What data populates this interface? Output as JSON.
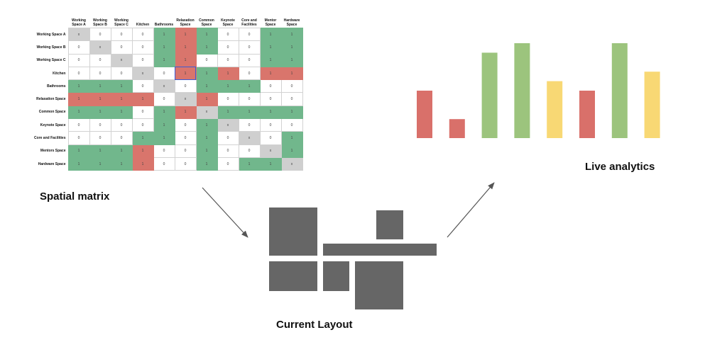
{
  "matrix": {
    "columns": [
      "Working Space A",
      "Working Space B",
      "Working Space C",
      "Kitchen",
      "Bathrooms",
      "Relaxation Space",
      "Common Space",
      "Keynote Space",
      "Core and Facilities",
      "Mentor Space",
      "Hardware Space"
    ],
    "rows": [
      {
        "label": "Working Space A",
        "cells": [
          "x",
          "0",
          "0",
          "0",
          "1",
          "1",
          "1",
          "0",
          "0",
          "1",
          "1"
        ],
        "colors": [
          "x",
          "w",
          "w",
          "w",
          "g",
          "r",
          "g",
          "w",
          "w",
          "g",
          "g"
        ]
      },
      {
        "label": "Working Space B",
        "cells": [
          "0",
          "x",
          "0",
          "0",
          "1",
          "1",
          "1",
          "0",
          "0",
          "1",
          "1"
        ],
        "colors": [
          "w",
          "x",
          "w",
          "w",
          "g",
          "r",
          "g",
          "w",
          "w",
          "g",
          "g"
        ]
      },
      {
        "label": "Working Space C",
        "cells": [
          "0",
          "0",
          "x",
          "0",
          "1",
          "1",
          "0",
          "0",
          "0",
          "1",
          "1"
        ],
        "colors": [
          "w",
          "w",
          "x",
          "w",
          "g",
          "r",
          "w",
          "w",
          "w",
          "g",
          "g"
        ]
      },
      {
        "label": "Kitchen",
        "cells": [
          "0",
          "0",
          "0",
          "x",
          "0",
          "1",
          "1",
          "1",
          "0",
          "1",
          "1"
        ],
        "colors": [
          "w",
          "w",
          "w",
          "x",
          "w",
          "r",
          "g",
          "r",
          "w",
          "r",
          "r"
        ]
      },
      {
        "label": "Bathrooms",
        "cells": [
          "1",
          "1",
          "1",
          "0",
          "x",
          "0",
          "1",
          "1",
          "1",
          "0",
          "0"
        ],
        "colors": [
          "g",
          "g",
          "g",
          "w",
          "x",
          "w",
          "g",
          "g",
          "g",
          "w",
          "w"
        ]
      },
      {
        "label": "Relaxation Space",
        "cells": [
          "1",
          "1",
          "1",
          "1",
          "0",
          "x",
          "1",
          "0",
          "0",
          "0",
          "0"
        ],
        "colors": [
          "r",
          "r",
          "r",
          "r",
          "w",
          "x",
          "r",
          "w",
          "w",
          "w",
          "w"
        ]
      },
      {
        "label": "Common Space",
        "cells": [
          "1",
          "1",
          "1",
          "0",
          "1",
          "1",
          "x",
          "1",
          "1",
          "1",
          "1"
        ],
        "colors": [
          "g",
          "g",
          "g",
          "w",
          "g",
          "r",
          "x",
          "g",
          "g",
          "g",
          "g"
        ]
      },
      {
        "label": "Keynote Space",
        "cells": [
          "0",
          "0",
          "0",
          "0",
          "1",
          "0",
          "1",
          "x",
          "0",
          "0",
          "0"
        ],
        "colors": [
          "w",
          "w",
          "w",
          "w",
          "g",
          "w",
          "g",
          "x",
          "w",
          "w",
          "w"
        ]
      },
      {
        "label": "Core and Facilities",
        "cells": [
          "0",
          "0",
          "0",
          "1",
          "1",
          "0",
          "1",
          "0",
          "x",
          "0",
          "1"
        ],
        "colors": [
          "w",
          "w",
          "w",
          "g",
          "g",
          "w",
          "g",
          "w",
          "x",
          "w",
          "g"
        ]
      },
      {
        "label": "Mentors Space",
        "cells": [
          "1",
          "1",
          "1",
          "1",
          "0",
          "0",
          "1",
          "0",
          "0",
          "x",
          "1"
        ],
        "colors": [
          "g",
          "g",
          "g",
          "r",
          "w",
          "w",
          "g",
          "w",
          "w",
          "x",
          "g"
        ]
      },
      {
        "label": "Hardware Space",
        "cells": [
          "1",
          "1",
          "1",
          "1",
          "0",
          "0",
          "1",
          "0",
          "1",
          "1",
          "x"
        ],
        "colors": [
          "g",
          "g",
          "g",
          "r",
          "w",
          "w",
          "g",
          "w",
          "g",
          "g",
          "x"
        ]
      }
    ]
  },
  "labels": {
    "spatial_matrix": "Spatial matrix",
    "live_analytics": "Live analytics",
    "current_layout": "Current Layout"
  },
  "chart_data": {
    "type": "bar",
    "values": [
      5,
      2,
      9,
      10,
      6,
      5,
      10,
      7
    ],
    "colors": [
      "#d9706a",
      "#d9706a",
      "#9cc47d",
      "#9cc47d",
      "#f8d874",
      "#d9706a",
      "#9cc47d",
      "#f8d874"
    ],
    "xlabel": "",
    "ylabel": "",
    "ylim": [
      0,
      10
    ],
    "grid": false
  },
  "colors": {
    "green": "#71b78c",
    "red": "#d9756c",
    "gray": "#cfcfcf",
    "layout_block": "#666666",
    "arrow": "#555555"
  }
}
